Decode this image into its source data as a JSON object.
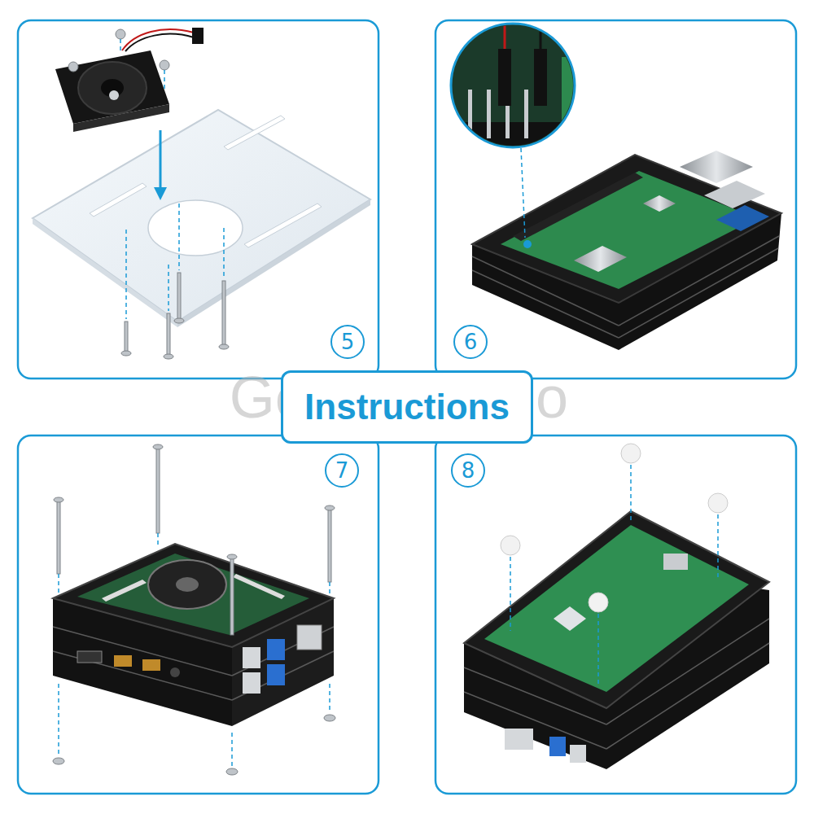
{
  "diagram": {
    "nodes": [
      {
        "text": [
          "5"
        ]
      },
      {
        "text": [
          "6"
        ]
      },
      {
        "text": [
          "Instructions"
        ]
      },
      {
        "text": [
          "7"
        ]
      },
      {
        "text": [
          "8"
        ]
      }
    ],
    "labels": [
      "GeeekStudio"
    ]
  }
}
